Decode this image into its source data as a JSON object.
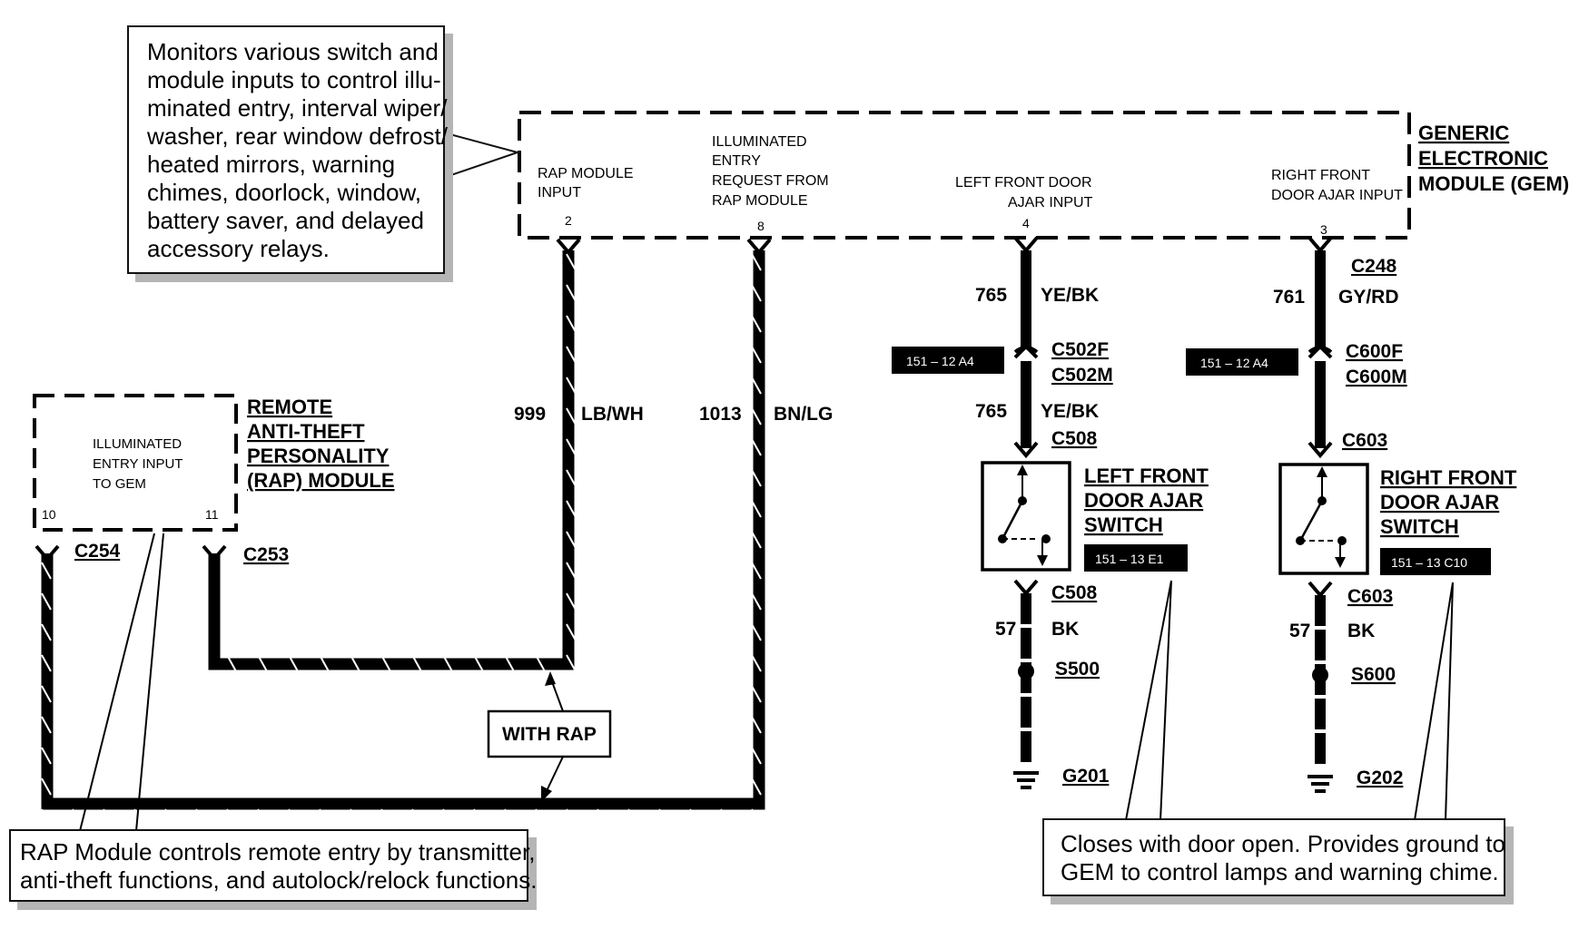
{
  "callouts": {
    "gem_description": [
      "Monitors various switch and",
      "module inputs to control illu-",
      "minated entry, interval wiper/",
      "washer, rear window defrost/",
      "heated mirrors, warning",
      "chimes, doorlock, window,",
      "battery saver, and delayed",
      "accessory relays."
    ],
    "rap_description": [
      "RAP Module controls remote entry by transmitter,",
      "anti-theft functions,  and autolock/relock functions."
    ],
    "door_switch_description": [
      "Closes with door open. Provides ground to",
      "GEM to control lamps and warning chime."
    ],
    "with_rap": "WITH RAP"
  },
  "gem": {
    "title": [
      "GENERIC",
      "ELECTRONIC",
      "MODULE (GEM)"
    ],
    "pins": [
      {
        "label": [
          "RAP MODULE",
          "INPUT"
        ],
        "pin": "2"
      },
      {
        "label": [
          "ILLUMINATED",
          "ENTRY",
          "REQUEST FROM",
          "RAP MODULE"
        ],
        "pin": "8"
      },
      {
        "label": [
          "LEFT FRONT DOOR",
          "AJAR INPUT"
        ],
        "pin": "4"
      },
      {
        "label": [
          "RIGHT FRONT",
          "DOOR AJAR INPUT"
        ],
        "pin": "3"
      }
    ]
  },
  "rap_module": {
    "title": [
      "REMOTE",
      "ANTI-THEFT",
      "PERSONALITY",
      "(RAP) MODULE"
    ],
    "inner_label": [
      "ILLUMINATED",
      "ENTRY INPUT",
      "TO GEM"
    ],
    "pins": [
      "10",
      "11"
    ],
    "connectors": [
      "C254",
      "C253"
    ]
  },
  "wires": [
    {
      "circuit": "999",
      "color": "LB/WH"
    },
    {
      "circuit": "1013",
      "color": "BN/LG"
    },
    {
      "circuit": "765",
      "color": "YE/BK"
    },
    {
      "circuit": "761",
      "color": "GY/RD"
    },
    {
      "circuit": "57",
      "color": "BK"
    }
  ],
  "left_door": {
    "top_connector": "",
    "circuit": "765",
    "color": "YE/BK",
    "inline_connector": [
      "C502F",
      "C502M"
    ],
    "ref_badge": "151 – 12 A4",
    "circuit_lower": "765",
    "color_lower": "YE/BK",
    "switch_connector": "C508",
    "switch_title": [
      "LEFT FRONT",
      "DOOR AJAR",
      "SWITCH"
    ],
    "switch_badge": "151 – 13 E1",
    "ground_connector": "C508",
    "ground_circuit": "57",
    "ground_color": "BK",
    "splice": "S500",
    "ground": "G201"
  },
  "right_door": {
    "top_connector": "C248",
    "circuit": "761",
    "color": "GY/RD",
    "inline_connector": [
      "C600F",
      "C600M"
    ],
    "ref_badge": "151 – 12 A4",
    "switch_connector": "C603",
    "switch_title": [
      "RIGHT FRONT",
      "DOOR AJAR",
      "SWITCH"
    ],
    "switch_badge": "151 – 13 C10",
    "ground_connector": "C603",
    "ground_circuit": "57",
    "ground_color": "BK",
    "splice": "S600",
    "ground": "G202"
  }
}
